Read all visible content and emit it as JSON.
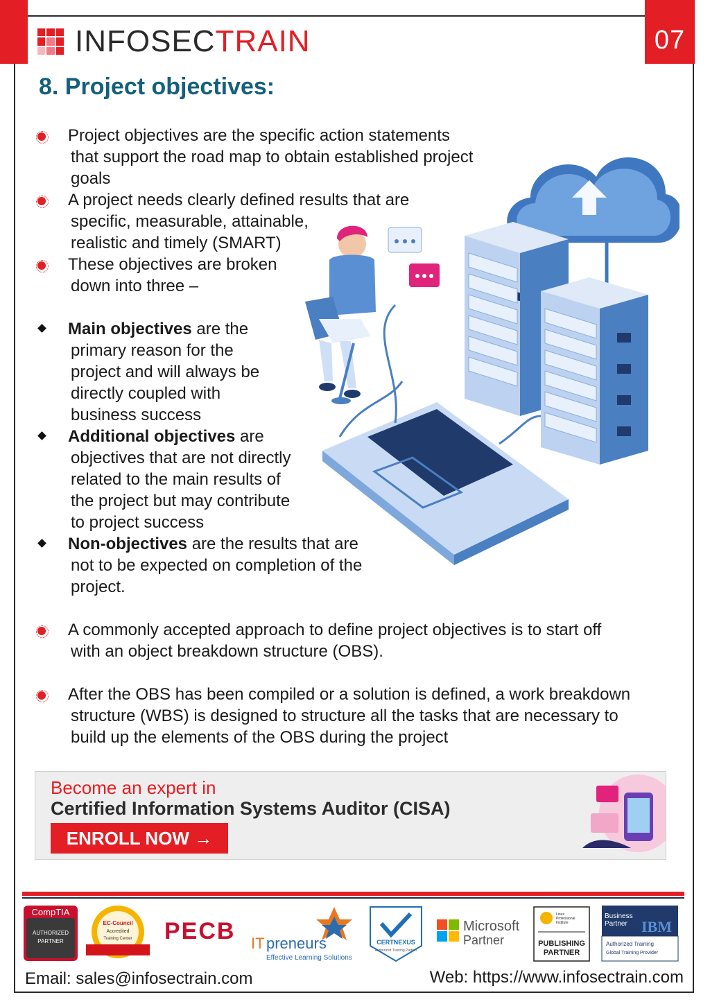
{
  "header": {
    "logo_part1": "INFOSEC",
    "logo_part2": "TRAIN",
    "page_number": "07"
  },
  "section": {
    "title": "8. Project objectives:"
  },
  "bullets": [
    {
      "text_lines": [
        "Project objectives are the specific action statements",
        "that support the road map to obtain established project",
        "goals"
      ]
    },
    {
      "text_lines": [
        "A project needs clearly defined results that are",
        "specific, measurable, attainable,",
        "realistic and timely (SMART)"
      ]
    },
    {
      "text_lines": [
        "These objectives are broken",
        "down into three –"
      ]
    }
  ],
  "sub_bullets": [
    {
      "term": "Main objectives",
      "rest_first": " are the",
      "lines": [
        "primary reason for the",
        "project and will always be",
        "directly coupled with",
        "business success"
      ]
    },
    {
      "term": "Additional objectives",
      "rest_first": " are",
      "lines": [
        "objectives that are not directly",
        "related to the main results of",
        "the project but may contribute",
        "to project success"
      ]
    },
    {
      "term": "Non-objectives",
      "rest_first": " are the results that are",
      "lines": [
        "not to be expected on completion of the",
        "project."
      ]
    }
  ],
  "closing_bullets": [
    {
      "text_lines": [
        "A commonly accepted approach to define project objectives is to start off",
        "with an object breakdown structure (OBS)."
      ]
    },
    {
      "text_lines": [
        "After the OBS has been compiled or a solution is defined, a work breakdown",
        "structure (WBS) is designed to structure all the tasks that are necessary to",
        "build up the elements of the OBS during the project"
      ]
    }
  ],
  "banner": {
    "line1": "Become an expert in",
    "line2": "Certified Information Systems Auditor (CISA)",
    "cta": "ENROLL NOW →"
  },
  "partners": {
    "comptia": "CompTIA",
    "comptia_sub1": "AUTHORIZED",
    "comptia_sub2": "PARTNER",
    "eccouncil1": "EC-Council",
    "eccouncil2": "Accredited",
    "eccouncil3": "Training Center",
    "pecb": "PECB",
    "itpreneurs": "preneurs",
    "itpreneurs_tag": "Effective Learning Solutions",
    "certnexus": "CERTNEXUS",
    "certnexus_tag": "Authorized Training Partner",
    "microsoft1": "Microsoft",
    "microsoft2": "Partner",
    "lpi1": "Linux",
    "lpi2": "Professional",
    "lpi3": "Institute",
    "lpi_sub1": "PUBLISHING",
    "lpi_sub2": "PARTNER",
    "ibm_bp1": "Business",
    "ibm_bp2": "Partner",
    "ibm_tag1": "Authorized Training",
    "ibm_tag2": "Global Training Provider"
  },
  "footer": {
    "email": "Email: sales@infosectrain.com",
    "web": "Web: https://www.infosectrain.com"
  },
  "colors": {
    "brand_red": "#e31e24",
    "title_teal": "#15607a",
    "server_blue": "#4a7fc1"
  }
}
